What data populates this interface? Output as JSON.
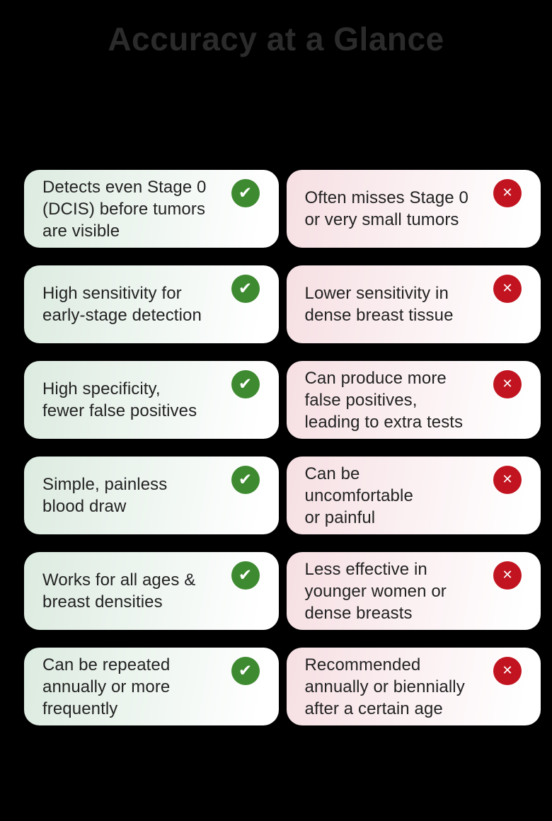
{
  "title": "Accuracy at a Glance",
  "icons": {
    "check": "✔",
    "cross": "✕"
  },
  "colors": {
    "background": "#000000",
    "title_text": "#2b2b2b",
    "check_circle": "#3e8a30",
    "cross_circle": "#c11420",
    "pro_card_tint": "#dcebe0",
    "con_card_tint": "#f6dfe3",
    "card_text": "#232323"
  },
  "comparison_rows": [
    {
      "pro": {
        "text": "Detects even Stage 0\n(DCIS) before tumors\nare visible",
        "icon": "check"
      },
      "con": {
        "text": "Often misses Stage 0\nor very small tumors",
        "icon": "cross"
      }
    },
    {
      "pro": {
        "text": "High sensitivity for\nearly-stage detection",
        "icon": "check"
      },
      "con": {
        "text": "Lower sensitivity in\ndense breast tissue",
        "icon": "cross"
      }
    },
    {
      "pro": {
        "text": "High specificity,\nfewer false positives",
        "icon": "check"
      },
      "con": {
        "text": "Can produce more\nfalse positives,\nleading to extra tests",
        "icon": "cross"
      }
    },
    {
      "pro": {
        "text": "Simple, painless\nblood draw",
        "icon": "check"
      },
      "con": {
        "text": "Can be\nuncomfortable\nor painful",
        "icon": "cross"
      }
    },
    {
      "pro": {
        "text": "Works for all ages &\nbreast densities",
        "icon": "check"
      },
      "con": {
        "text": "Less effective in\nyounger women or\ndense breasts",
        "icon": "cross"
      }
    },
    {
      "pro": {
        "text": "Can be repeated\nannually or more\nfrequently",
        "icon": "check"
      },
      "con": {
        "text": "Recommended\nannually or biennially\nafter a certain age",
        "icon": "cross"
      }
    }
  ]
}
